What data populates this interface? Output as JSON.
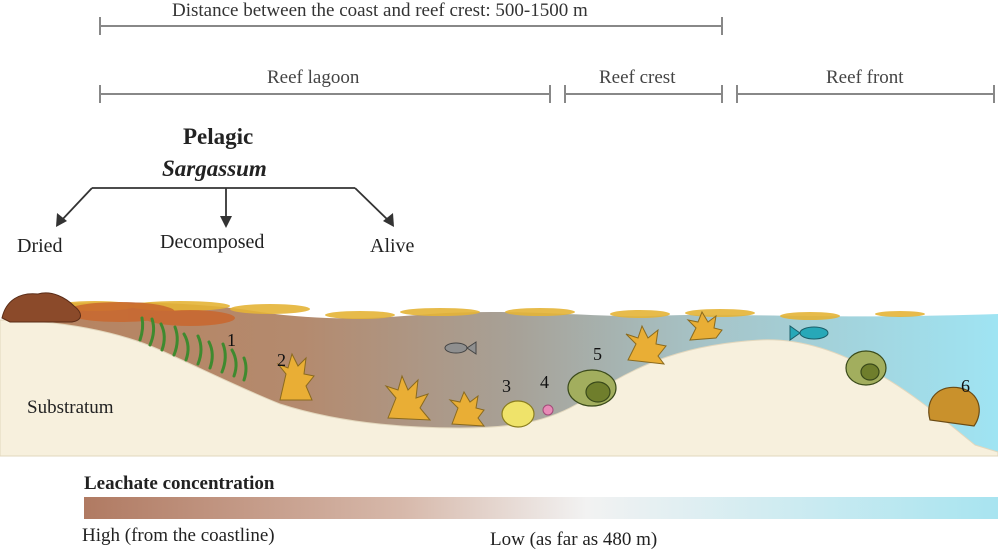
{
  "distance_range": {
    "label": "Distance between the coast and reef crest: 500-1500 m"
  },
  "zones": [
    {
      "id": "reef-lagoon",
      "label": "Reef lagoon"
    },
    {
      "id": "reef-crest",
      "label": "Reef crest"
    },
    {
      "id": "reef-front",
      "label": "Reef front"
    }
  ],
  "sargassum": {
    "title_line1": "Pelagic",
    "title_line2": "Sargassum",
    "states": [
      "Dried",
      "Decomposed",
      "Alive"
    ]
  },
  "substratum_label": "Substratum",
  "organism_numbers": [
    "1",
    "2",
    "3",
    "4",
    "5",
    "6"
  ],
  "leachate": {
    "title": "Leachate concentration",
    "high_label": "High (from the coastline)",
    "low_label": "Low (as far as 480 m)",
    "gradient_from": "#b07a62",
    "gradient_to": "#a8e4f0"
  },
  "colors": {
    "water_near": "#b7835f",
    "water_far": "#9fe4f3",
    "sand": "#f7f0dd",
    "sargassum": "#e5b437",
    "coral": "#e9ae35",
    "seagrass": "#3f8a2f"
  }
}
